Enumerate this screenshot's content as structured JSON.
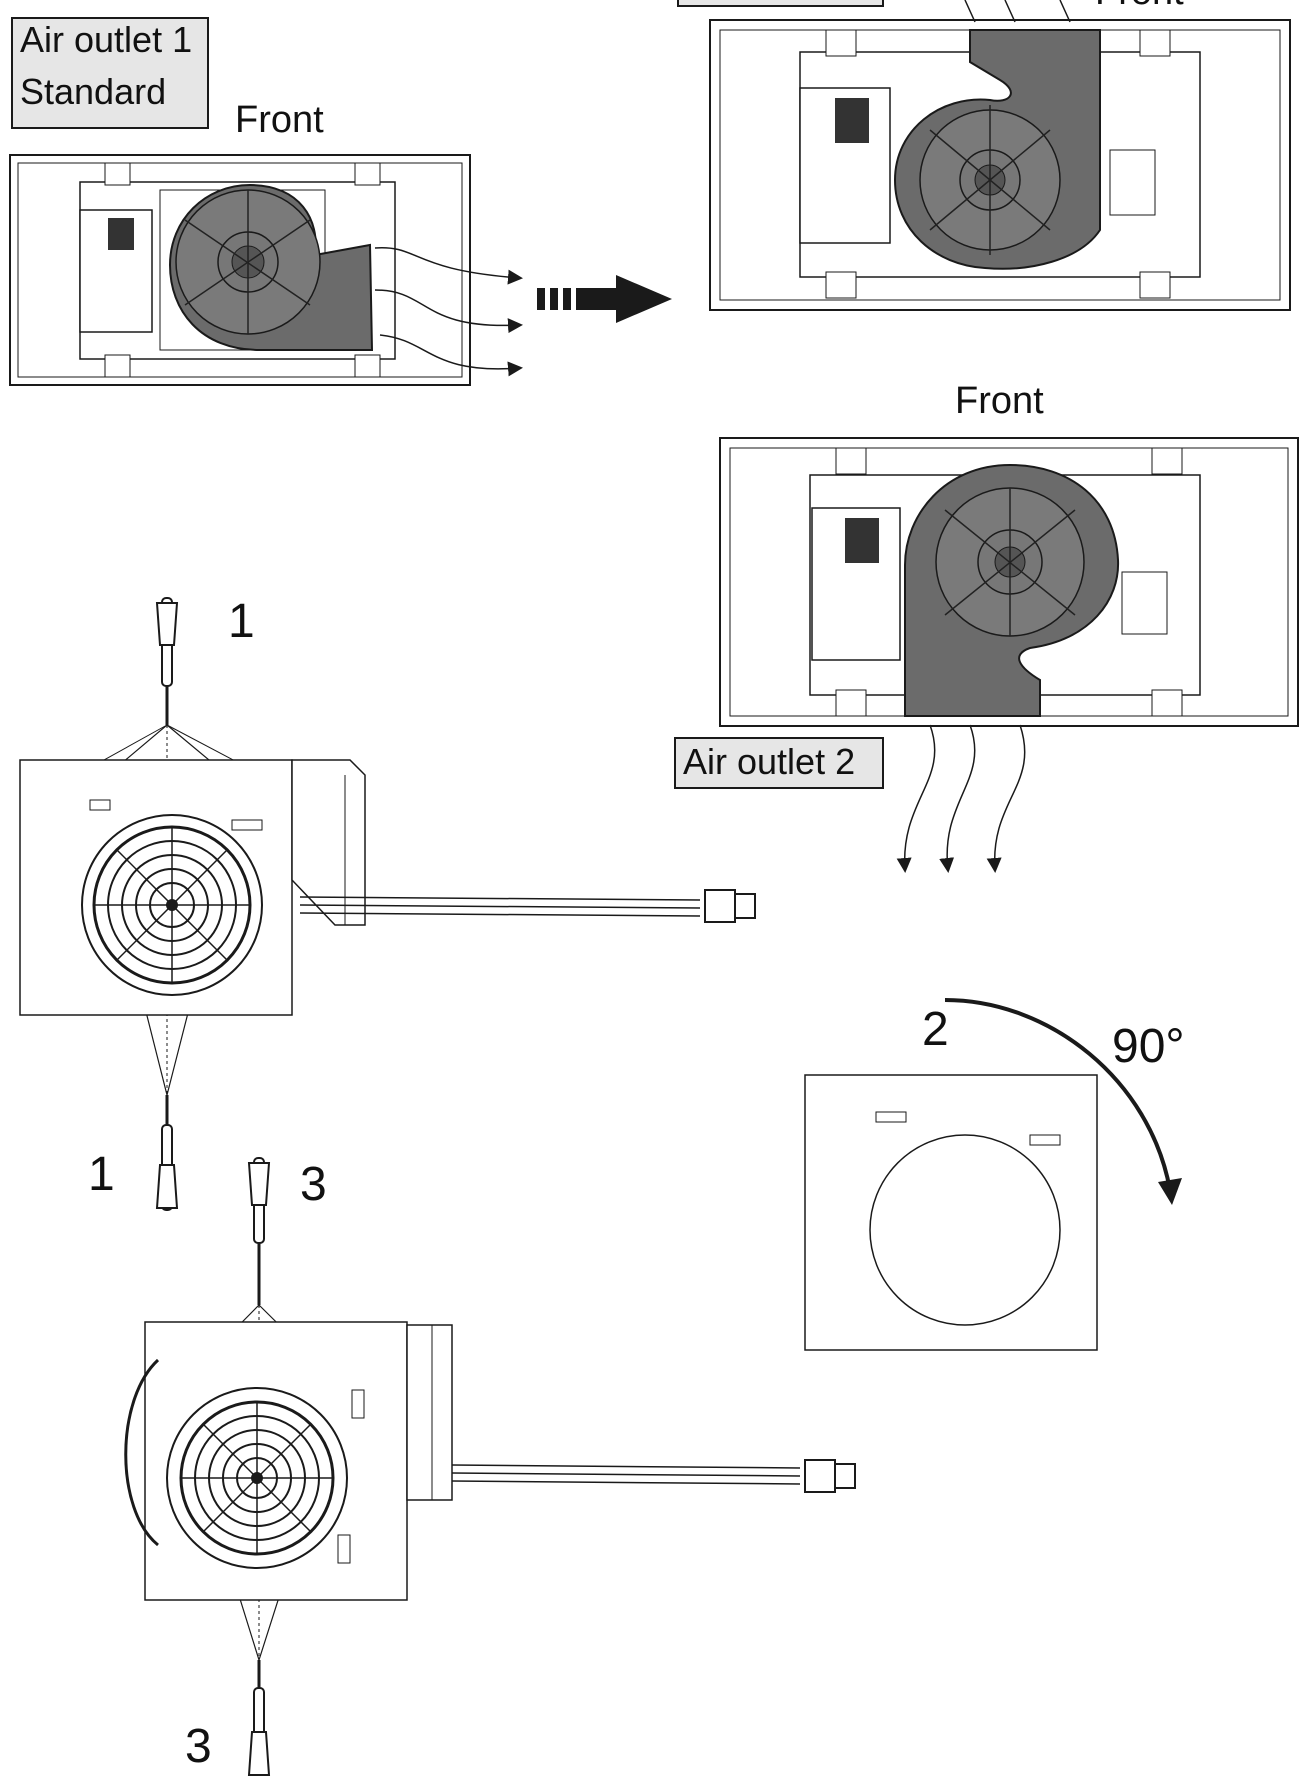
{
  "labels": {
    "air_outlet_1_line1": "Air outlet 1",
    "air_outlet_1_line2": "Standard",
    "front_top_left": "Front",
    "front_top_right_partial": "Front",
    "front_right_middle": "Front",
    "air_outlet_2": "Air outlet 2",
    "step_1_top": "1",
    "step_1_bottom": "1",
    "step_2": "2",
    "rotation_angle": "90°",
    "step_3_top": "3",
    "step_3_bottom": "3"
  },
  "colors": {
    "line": "#1a1a1a",
    "housing_fill": "#6b6b6b",
    "label_box_fill": "#e6e6e6",
    "background": "#ffffff"
  }
}
